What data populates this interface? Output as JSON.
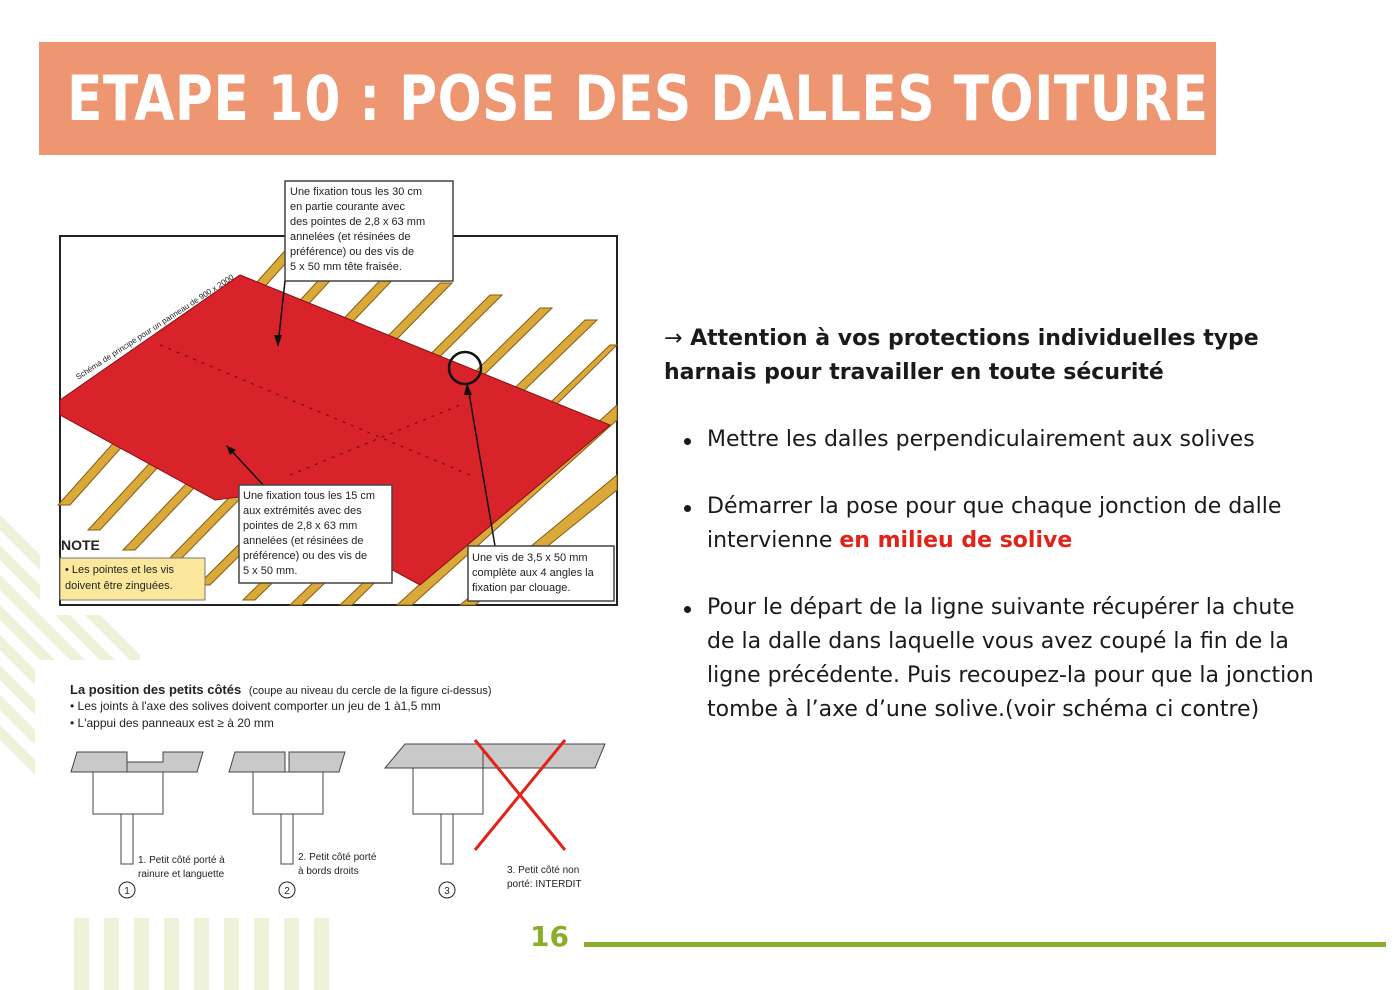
{
  "title": "ETAPE 10 : POSE DES DALLES TOITURE",
  "figure_top": {
    "callout_top": [
      "Une fixation tous les 30 cm",
      "en partie courante avec",
      "des pointes de 2,8 x 63 mm",
      "annelées (et résinées de",
      "préférence) ou des vis de",
      "5 x 50 mm tête fraisée."
    ],
    "diagonal_label": "Schéma de principe pour un panneau de 900 x 2000",
    "callout_bottom": [
      "Une fixation tous les 15 cm",
      "aux extrémités avec des",
      "pointes de 2,8 x 63 mm",
      "annelées (et résinées de",
      "préférence) ou des vis de",
      "5 x 50 mm."
    ],
    "callout_right": [
      "Une vis de 3,5 x 50 mm",
      "complète aux 4 angles la",
      "fixation par clouage."
    ],
    "note_title": "NOTE",
    "note_lines": [
      "• Les pointes et les vis",
      "doivent être zinguées."
    ]
  },
  "figure_bottom": {
    "heading_bold": "La position des petits côtés",
    "heading_rest": "(coupe au niveau du cercle de la figure ci-dessus)",
    "lines": [
      "• Les joints à l'axe des solives doivent comporter un jeu de 1 à1,5 mm",
      "• L'appui des panneaux est ≥ à 20 mm"
    ],
    "numbers": [
      "1",
      "2",
      "3"
    ],
    "caption_1": [
      "1. Petit côté porté à",
      "rainure et languette"
    ],
    "caption_2": [
      "2. Petit côté porté",
      "à bords droits"
    ],
    "caption_3": [
      "3. Petit côté non",
      "porté: INTERDIT"
    ]
  },
  "content": {
    "intro_arrow": "→",
    "intro": "Attention à vos protections individuelles type harnais pour travailler en toute sécurité",
    "bullet_1": "Mettre les dalles perpendiculairement aux solives",
    "bullet_2_before": "Démarrer la pose pour que chaque jonction de dalle intervienne ",
    "bullet_2_highlight": "en milieu de solive",
    "bullet_3": "Pour le départ de la ligne suivante récupérer la chute de la dalle dans laquelle vous avez coupé la fin de la ligne précédente. Puis recoupez-la pour que la jonction tombe à l’axe d’une solive.(voir schéma ci contre)"
  },
  "footer": {
    "page_number": "16"
  },
  "colors": {
    "banner": "#ee9672",
    "accent_green": "#8aad2a",
    "highlight_red": "#e2231a",
    "panel_red": "#d8232a",
    "joist_wood": "#d9a93a"
  }
}
